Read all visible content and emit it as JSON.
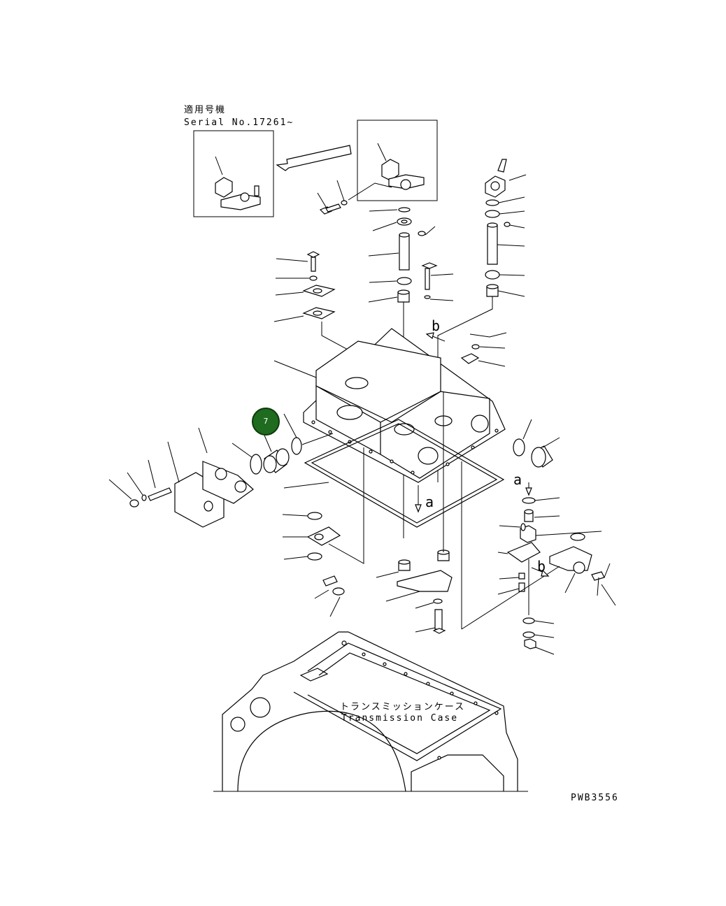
{
  "header": {
    "applicable_jp": "適用号機",
    "serial": "Serial No.17261~"
  },
  "callout": {
    "number": "7",
    "color": "#1f6b1f"
  },
  "view_labels": {
    "a_top": "a",
    "a_bottom": "a",
    "b_top": "b",
    "b_bottom": "b"
  },
  "case_label": {
    "jp": "トランスミッションケース",
    "en": "Transmission Case"
  },
  "drawing_code": "PWB3556"
}
